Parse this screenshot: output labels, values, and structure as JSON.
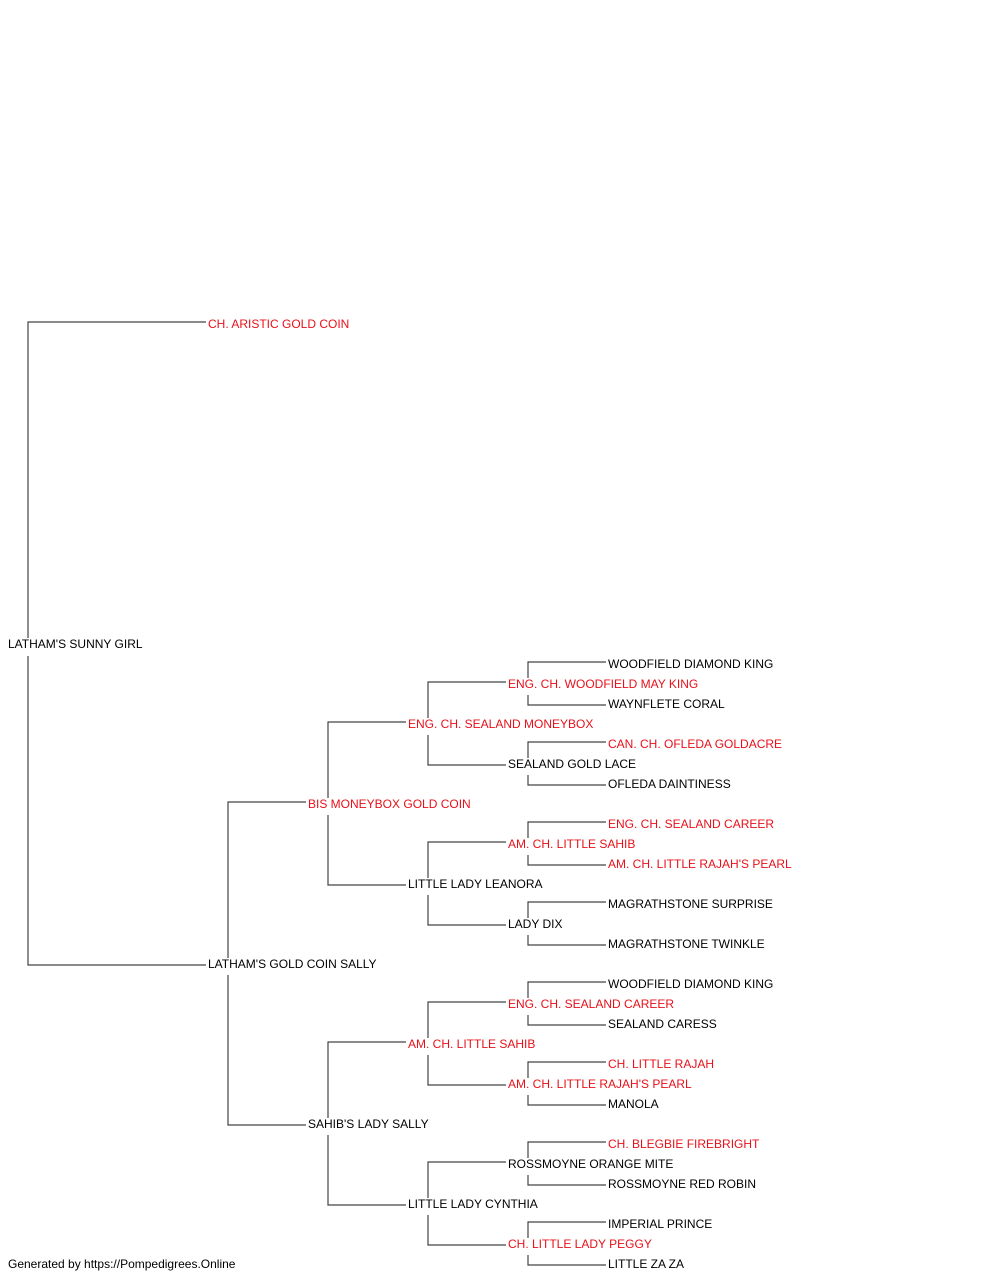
{
  "colors": {
    "champion": "#e8101a",
    "normal": "#000000",
    "line": "#444444"
  },
  "footer": "Generated by https://Pompedigrees.Online",
  "pedigree": {
    "name": "LATHAM'S SUNNY GIRL",
    "champion": false,
    "sire": {
      "name": "CH. ARISTIC GOLD COIN",
      "champion": true
    },
    "dam": {
      "name": "LATHAM'S GOLD COIN SALLY",
      "champion": false,
      "sire": {
        "name": "BIS MONEYBOX GOLD COIN",
        "champion": true,
        "sire": {
          "name": "ENG. CH. SEALAND MONEYBOX",
          "champion": true,
          "sire": {
            "name": "ENG. CH. WOODFIELD MAY KING",
            "champion": true,
            "sire": {
              "name": "WOODFIELD DIAMOND KING",
              "champion": false
            },
            "dam": {
              "name": "WAYNFLETE CORAL",
              "champion": false
            }
          },
          "dam": {
            "name": "SEALAND GOLD LACE",
            "champion": false,
            "sire": {
              "name": "CAN. CH. OFLEDA GOLDACRE",
              "champion": true
            },
            "dam": {
              "name": "OFLEDA DAINTINESS",
              "champion": false
            }
          }
        },
        "dam": {
          "name": "LITTLE LADY LEANORA",
          "champion": false,
          "sire": {
            "name": "AM. CH. LITTLE SAHIB",
            "champion": true,
            "sire": {
              "name": "ENG. CH. SEALAND CAREER",
              "champion": true
            },
            "dam": {
              "name": "AM. CH. LITTLE RAJAH'S PEARL",
              "champion": true
            }
          },
          "dam": {
            "name": "LADY DIX",
            "champion": false,
            "sire": {
              "name": "MAGRATHSTONE SURPRISE",
              "champion": false
            },
            "dam": {
              "name": "MAGRATHSTONE TWINKLE",
              "champion": false
            }
          }
        }
      },
      "dam": {
        "name": "SAHIB'S LADY SALLY",
        "champion": false,
        "sire": {
          "name": "AM. CH. LITTLE SAHIB",
          "champion": true,
          "sire": {
            "name": "ENG. CH. SEALAND CAREER",
            "champion": true,
            "sire": {
              "name": "WOODFIELD DIAMOND KING",
              "champion": false
            },
            "dam": {
              "name": "SEALAND CARESS",
              "champion": false
            }
          },
          "dam": {
            "name": "AM. CH. LITTLE RAJAH'S PEARL",
            "champion": true,
            "sire": {
              "name": "CH. LITTLE RAJAH",
              "champion": true
            },
            "dam": {
              "name": "MANOLA",
              "champion": false
            }
          }
        },
        "dam": {
          "name": "LITTLE LADY CYNTHIA",
          "champion": false,
          "sire": {
            "name": "ROSSMOYNE ORANGE MITE",
            "champion": false,
            "sire": {
              "name": "CH. BLEGBIE FIREBRIGHT",
              "champion": true
            },
            "dam": {
              "name": "ROSSMOYNE RED ROBIN",
              "champion": false
            }
          },
          "dam": {
            "name": "CH. LITTLE LADY PEGGY",
            "champion": true,
            "sire": {
              "name": "IMPERIAL PRINCE",
              "champion": false
            },
            "dam": {
              "name": "LITTLE ZA ZA",
              "champion": false
            }
          }
        }
      }
    }
  }
}
